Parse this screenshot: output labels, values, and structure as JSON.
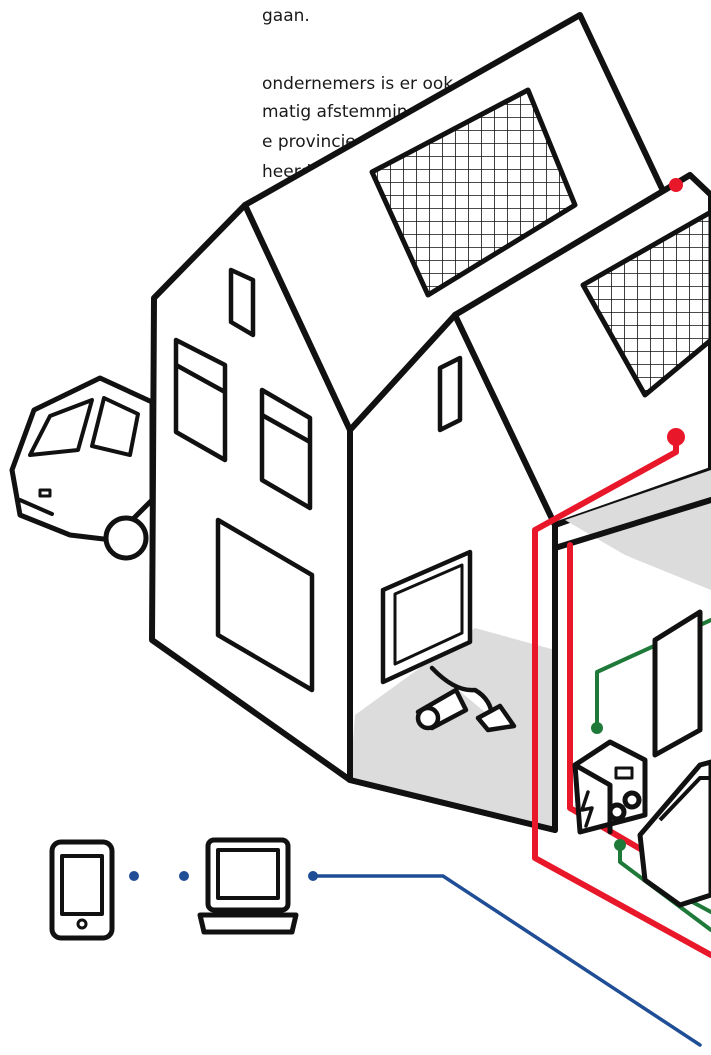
{
  "text": {
    "line1": "gaan.",
    "line2": "ondernemers is er ook",
    "line3": "matig afstemming",
    "line4": "e provincie en",
    "line5": "heerders."
  },
  "colors": {
    "outline": "#111111",
    "floor": "#dcdcdc",
    "power_line": "#e8182a",
    "data_line": "#1f7a3a",
    "network_line": "#1f4e96"
  },
  "icons": [
    "house-icon",
    "solar-panel-icon",
    "car-icon",
    "vacuum-cleaner-icon",
    "charging-station-icon",
    "smartphone-icon",
    "laptop-icon"
  ]
}
